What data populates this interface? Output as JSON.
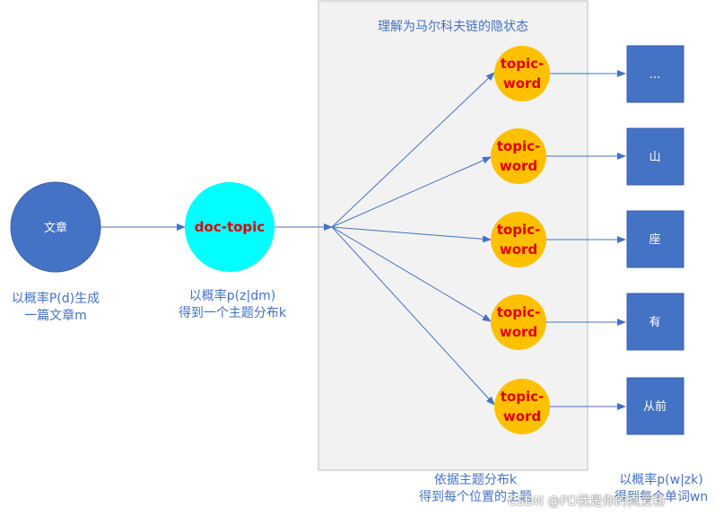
{
  "diagram": {
    "article_label": "文章",
    "doc_topic_label": "doc-topic",
    "panel_title": "理解为马尔科夫链的隐状态",
    "topic_word_label_line1": "topic-",
    "topic_word_label_line2": "word",
    "words": [
      "...",
      "山",
      "座",
      "有",
      "从前"
    ],
    "caption_article_line1": "以概率P(d)生成",
    "caption_article_line2": "一篇文章m",
    "caption_doc_topic_line1": "以概率p(z|dm)",
    "caption_doc_topic_line2": "得到一个主题分布k",
    "caption_panel_line1": "依据主题分布k",
    "caption_panel_line2": "得到每个位置的主题",
    "caption_word_line1": "以概率p(w|zk)",
    "caption_word_line2": "得到每个单词wn",
    "watermark": "CSDN @PD我是你的真爱粉"
  },
  "colors": {
    "article_fill": "#4472c4",
    "doc_topic_fill": "#00ffff",
    "topic_word_fill": "#ffc000",
    "label_red": "#e00000",
    "word_box_fill": "#4472c4",
    "arrow": "#4472c4",
    "caption_text": "#4472c4",
    "panel_fill": "#f2f2f2",
    "panel_border": "#bfbfbf"
  }
}
